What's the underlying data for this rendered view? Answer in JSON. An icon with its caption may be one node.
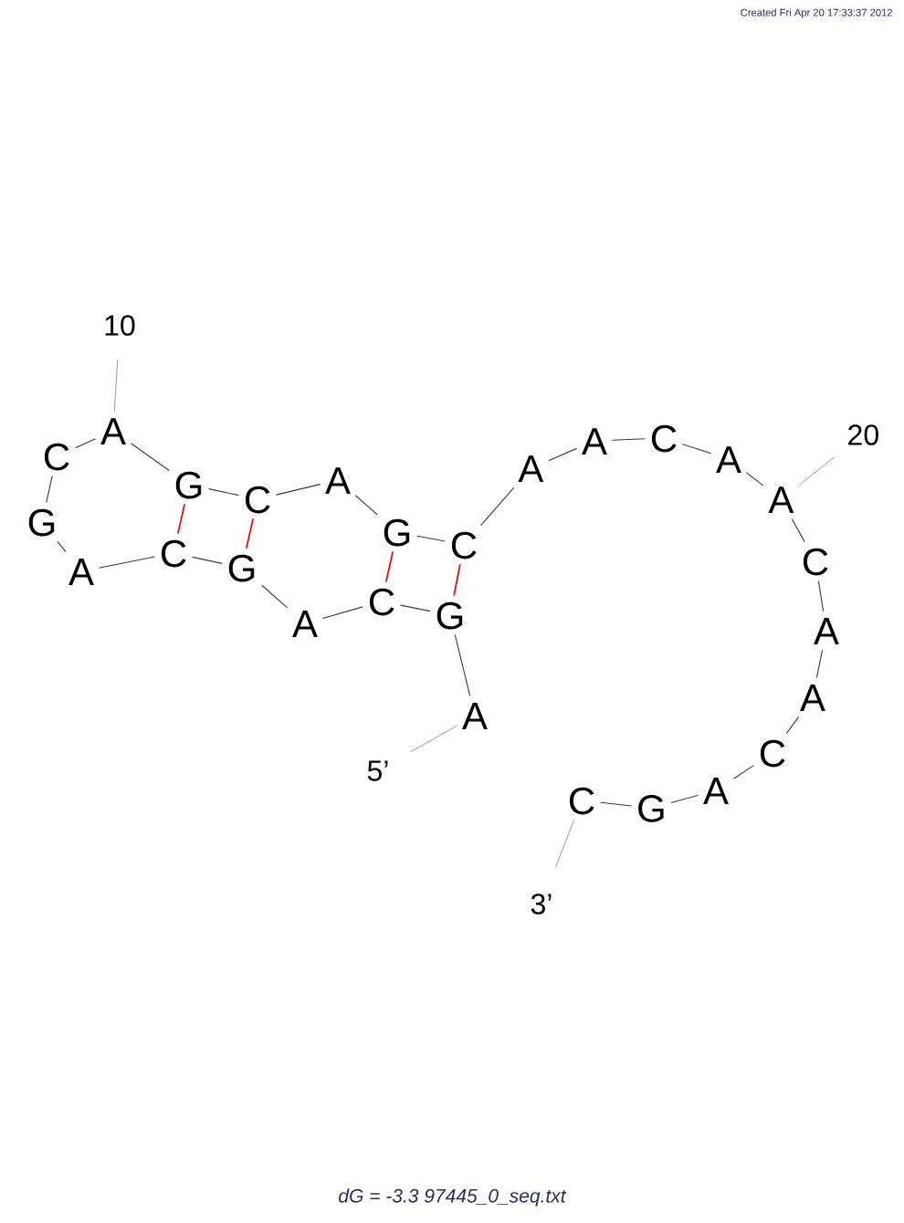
{
  "diagram": {
    "caption": "dG = -3.3 97445_0_seq.txt",
    "nodes": [
      {
        "text": [
          "A"
        ]
      },
      {
        "text": [
          "G"
        ]
      },
      {
        "text": [
          "C"
        ]
      },
      {
        "text": [
          "A"
        ]
      },
      {
        "text": [
          "G"
        ]
      },
      {
        "text": [
          "C"
        ]
      },
      {
        "text": [
          "A"
        ]
      },
      {
        "text": [
          "G"
        ]
      },
      {
        "text": [
          "C"
        ]
      },
      {
        "text": [
          "A"
        ]
      },
      {
        "text": [
          "G"
        ]
      },
      {
        "text": [
          "C"
        ]
      },
      {
        "text": [
          "A"
        ]
      },
      {
        "text": [
          "G"
        ]
      },
      {
        "text": [
          "C"
        ]
      },
      {
        "text": [
          "A"
        ]
      },
      {
        "text": [
          "A"
        ]
      },
      {
        "text": [
          "C"
        ]
      },
      {
        "text": [
          "A"
        ]
      },
      {
        "text": [
          "A"
        ]
      },
      {
        "text": [
          "C"
        ]
      },
      {
        "text": [
          "A"
        ]
      },
      {
        "text": [
          "A"
        ]
      },
      {
        "text": [
          "C"
        ]
      },
      {
        "text": [
          "A"
        ]
      },
      {
        "text": [
          "G"
        ]
      },
      {
        "text": [
          "C"
        ]
      },
      {
        "text": [
          "10"
        ]
      },
      {
        "text": [
          "20"
        ]
      },
      {
        "text": [
          "5’"
        ]
      },
      {
        "text": [
          "3’"
        ]
      }
    ],
    "edges": [
      {
        "from": 0,
        "to": 1,
        "arrow": "none"
      },
      {
        "from": 1,
        "to": 2,
        "arrow": "none"
      },
      {
        "from": 2,
        "to": 3,
        "arrow": "none"
      },
      {
        "from": 3,
        "to": 4,
        "arrow": "none"
      },
      {
        "from": 4,
        "to": 5,
        "arrow": "none"
      },
      {
        "from": 5,
        "to": 6,
        "arrow": "none"
      },
      {
        "from": 6,
        "to": 7,
        "arrow": "none"
      },
      {
        "from": 7,
        "to": 8,
        "arrow": "none"
      },
      {
        "from": 8,
        "to": 9,
        "arrow": "none"
      },
      {
        "from": 9,
        "to": 10,
        "arrow": "none"
      },
      {
        "from": 10,
        "to": 11,
        "arrow": "none"
      },
      {
        "from": 11,
        "to": 12,
        "arrow": "none"
      },
      {
        "from": 12,
        "to": 13,
        "arrow": "none"
      },
      {
        "from": 13,
        "to": 14,
        "arrow": "none"
      },
      {
        "from": 14,
        "to": 15,
        "arrow": "none"
      },
      {
        "from": 15,
        "to": 16,
        "arrow": "none"
      },
      {
        "from": 16,
        "to": 17,
        "arrow": "none"
      },
      {
        "from": 17,
        "to": 18,
        "arrow": "none"
      },
      {
        "from": 18,
        "to": 19,
        "arrow": "none"
      },
      {
        "from": 19,
        "to": 20,
        "arrow": "none"
      },
      {
        "from": 20,
        "to": 21,
        "arrow": "none"
      },
      {
        "from": 21,
        "to": 22,
        "arrow": "none"
      },
      {
        "from": 22,
        "to": 23,
        "arrow": "none"
      },
      {
        "from": 23,
        "to": 24,
        "arrow": "none"
      },
      {
        "from": 24,
        "to": 25,
        "arrow": "none"
      },
      {
        "from": 25,
        "to": 26,
        "arrow": "none"
      },
      {
        "from": 1,
        "to": 14,
        "arrow": "none",
        "color": "#ff0000"
      },
      {
        "from": 2,
        "to": 13,
        "arrow": "none",
        "color": "#ff0000"
      },
      {
        "from": 4,
        "to": 11,
        "arrow": "none",
        "color": "#ff0000"
      },
      {
        "from": 5,
        "to": 10,
        "arrow": "none",
        "color": "#ff0000"
      },
      {
        "from": 27,
        "to": 9,
        "arrow": "none",
        "color": "#9a9a9a"
      },
      {
        "from": 28,
        "to": 19,
        "arrow": "none",
        "color": "#9a9a9a"
      },
      {
        "from": 29,
        "to": 0,
        "arrow": "none",
        "color": "#9a9a9a"
      },
      {
        "from": 30,
        "to": 26,
        "arrow": "none",
        "color": "#9a9a9a"
      }
    ],
    "labels": [
      "Created Fri Apr 20 17:33:37 2012"
    ]
  }
}
